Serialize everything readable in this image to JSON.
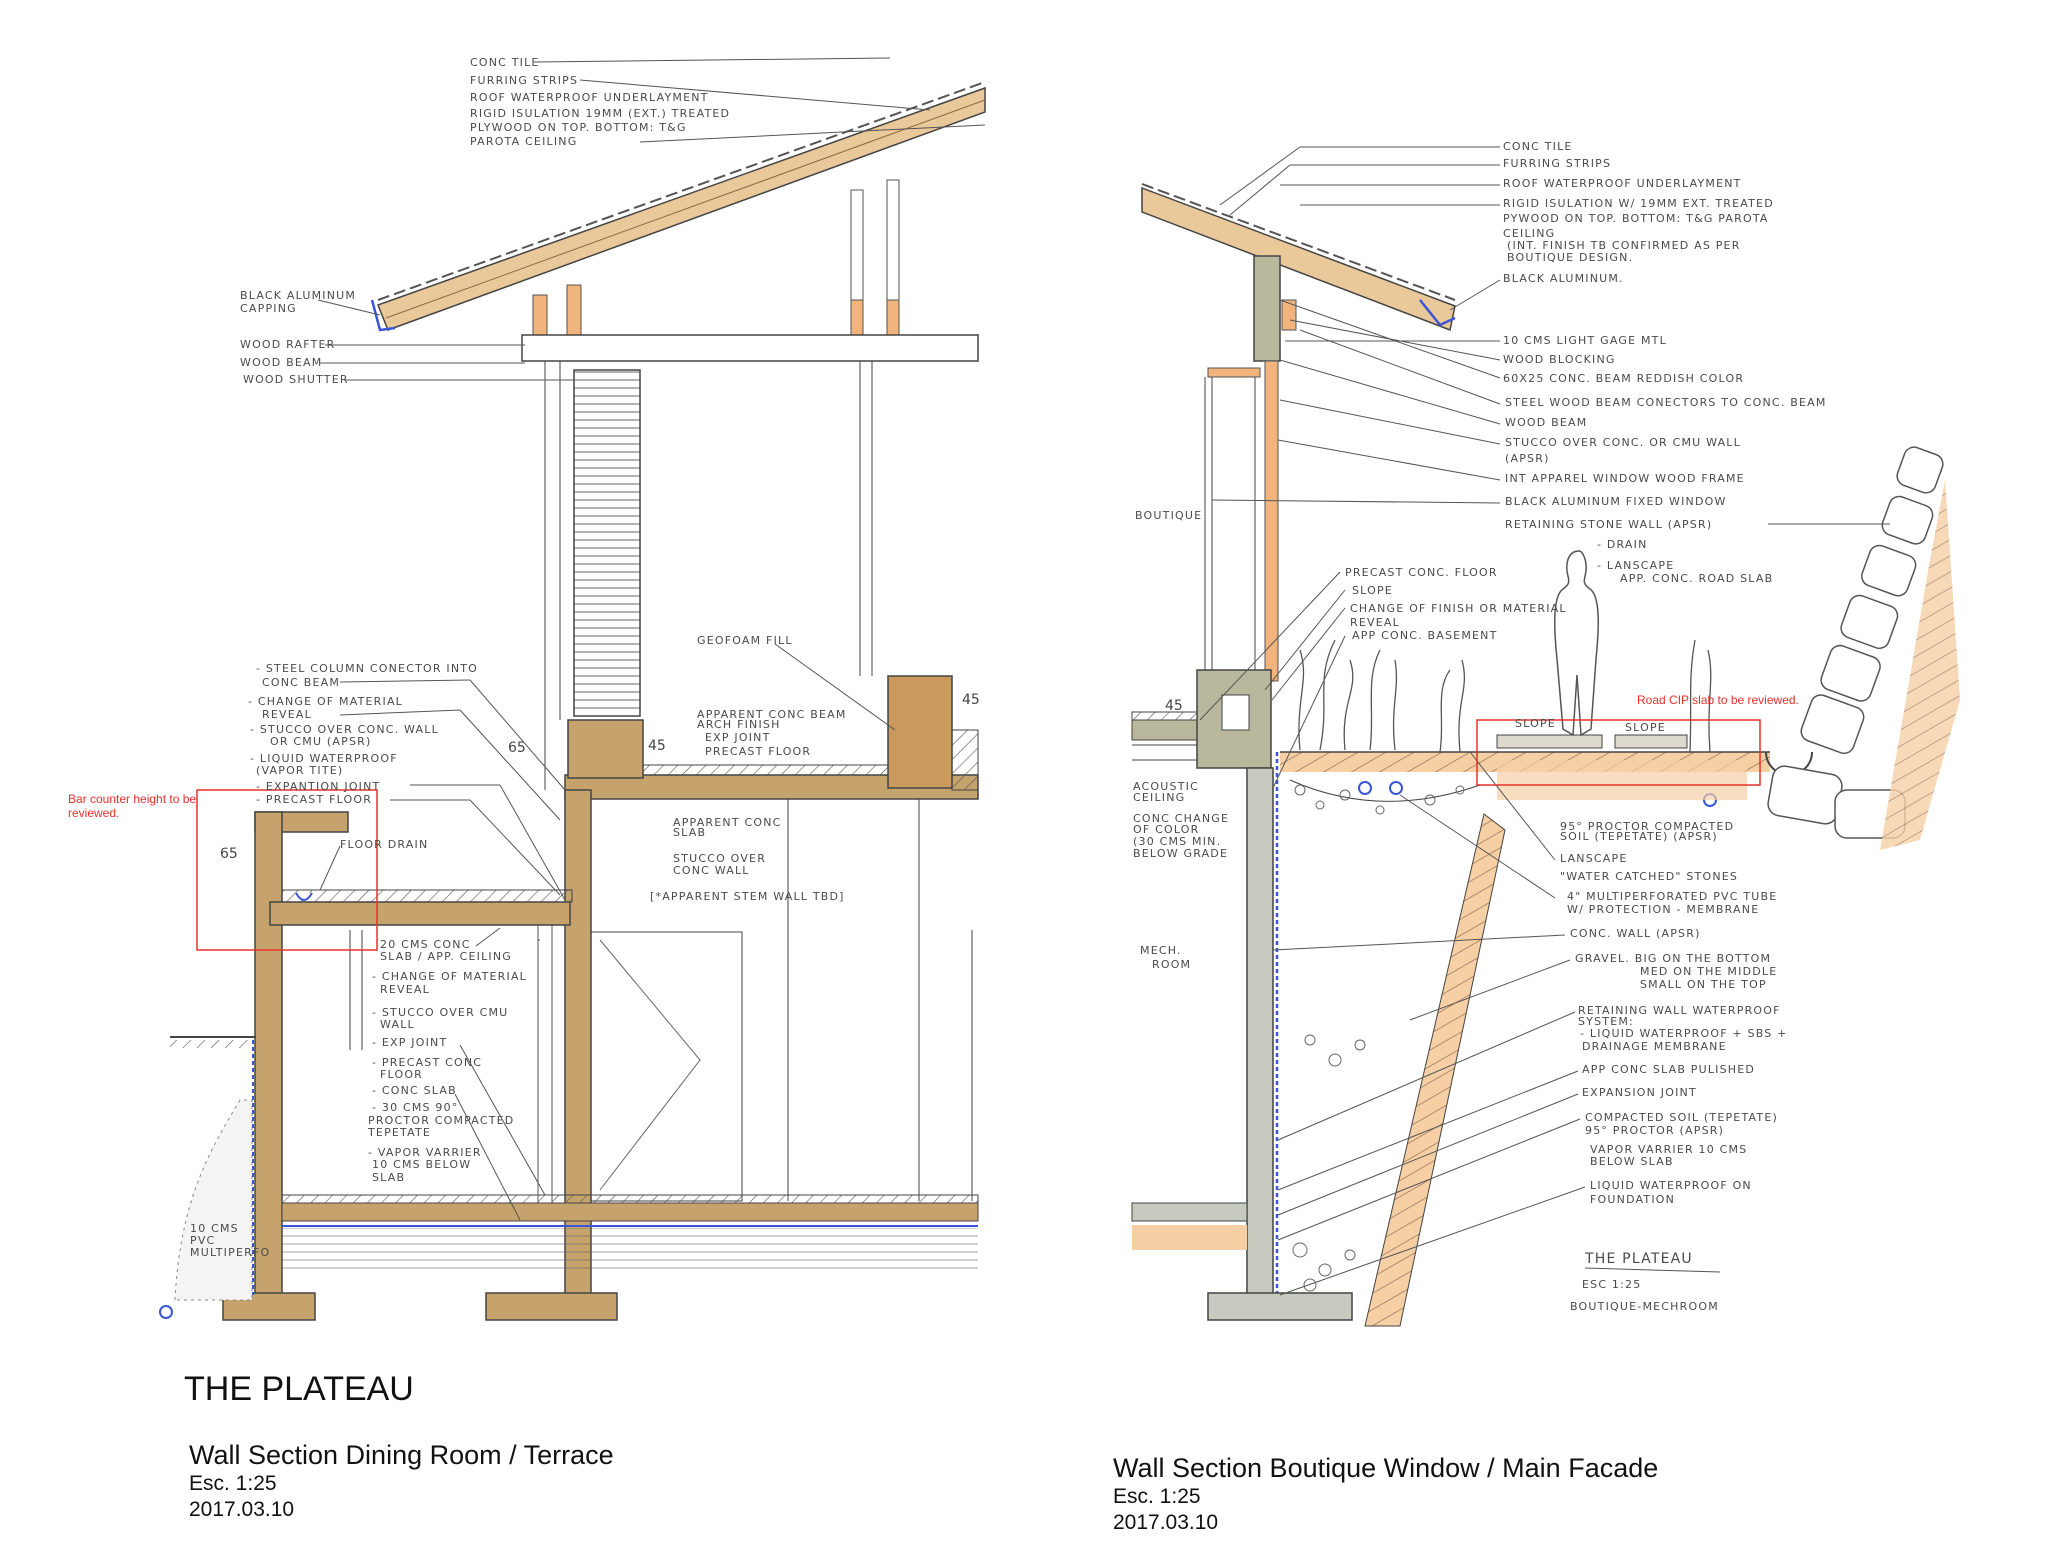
{
  "project_title": "THE PLATEAU",
  "sections": [
    {
      "title": "Wall Section Dining Room / Terrace",
      "scale": "Esc. 1:25",
      "date": "2017.03.10"
    },
    {
      "title": "Wall Section Boutique Window / Main Facade",
      "scale": "Esc. 1:25",
      "date": "2017.03.10"
    }
  ],
  "review_notes": {
    "bar_counter": "Bar counter height to be reviewed.",
    "road_slab": "Road CIP slab to be reviewed."
  },
  "colors": {
    "concrete": "#c6a36c",
    "concrete_gray": "#b9b79c",
    "soil": "#f0b47c",
    "waterproof": "#3a55d6",
    "review": "#e8302a"
  },
  "dimensions": [
    "65",
    "65",
    "45",
    "45",
    "45"
  ],
  "left_labels": [
    "CONC TILE",
    "FURRING STRIPS",
    "ROOF WATERPROOF UNDERLAYMENT",
    "RIGID ISULATION 19MM (EXT.) TREATED",
    "PLYWOOD ON TOP. BOTTOM: T&G",
    "PAROTA CEILING",
    "BLACK ALUMINUM",
    "CAPPING",
    "WOOD RAFTER",
    "WOOD BEAM",
    "WOOD SHUTTER",
    "- STEEL COLUMN CONECTOR INTO",
    "CONC BEAM",
    "- CHANGE OF MATERIAL",
    "REVEAL",
    "- STUCCO OVER CONC. WALL",
    "OR CMU (APSR)",
    "- LIQUID WATERPROOF",
    "(VAPOR TITE)",
    "- EXPANTION JOINT",
    "- PRECAST FLOOR",
    "FLOOR DRAIN",
    "20 CMS CONC",
    "SLAB / APP. CEILING",
    "- CHANGE OF MATERIAL",
    "REVEAL",
    "- STUCCO OVER CMU",
    "WALL",
    "- EXP JOINT",
    "- PRECAST CONC",
    "FLOOR",
    "- CONC SLAB",
    "- 30 CMS 90°",
    "PROCTOR COMPACTED",
    "TEPETATE",
    "- VAPOR VARRIER",
    "10 CMS BELOW",
    "SLAB",
    "GEOFOAM FILL",
    "APPARENT CONC BEAM",
    "ARCH FINISH",
    "EXP JOINT",
    "PRECAST FLOOR",
    "APPARENT CONC",
    "SLAB",
    "STUCCO OVER",
    "CONC WALL",
    "[*APPARENT STEM WALL TBD]",
    "10 CMS",
    "PVC",
    "MULTIPERFO"
  ],
  "right_labels": [
    "CONC TILE",
    "FURRING STRIPS",
    "ROOF WATERPROOF UNDERLAYMENT",
    "RIGID ISULATION W/ 19MM EXT. TREATED",
    "PYWOOD ON TOP. BOTTOM: T&G PAROTA",
    "CEILING",
    "(INT. FINISH TB CONFIRMED AS PER",
    "BOUTIQUE DESIGN.",
    "BLACK ALUMINUM.",
    "10 CMS LIGHT GAGE MTL",
    "WOOD BLOCKING",
    "60X25 CONC. BEAM REDDISH COLOR",
    "STEEL WOOD BEAM CONECTORS TO CONC. BEAM",
    "WOOD BEAM",
    "STUCCO OVER CONC. OR CMU WALL",
    "(APSR)",
    "INT APPAREL WINDOW WOOD FRAME",
    "BLACK ALUMINUM FIXED WINDOW",
    "RETAINING STONE WALL (APSR)",
    "- DRAIN",
    "- LANSCAPE",
    "APP. CONC. ROAD SLAB",
    "PRECAST CONC. FLOOR",
    "SLOPE",
    "CHANGE OF FINISH OR MATERIAL",
    "REVEAL",
    "APP CONC. BASEMENT",
    "BOUTIQUE",
    "ACOUSTIC",
    "CEILING",
    "CONC CHANGE",
    "OF COLOR",
    "(30 CMS MIN.",
    "BELOW GRADE",
    "MECH.",
    "ROOM",
    "SLOPE",
    "SLOPE",
    "95° PROCTOR COMPACTED",
    "SOIL (TEPETATE) (APSR)",
    "LANSCAPE",
    "\"WATER CATCHED\" STONES",
    "4\" MULTIPERFORATED PVC TUBE",
    "W/ PROTECTION - MEMBRANE",
    "CONC. WALL (APSR)",
    "GRAVEL. BIG ON THE BOTTOM",
    "MED ON THE MIDDLE",
    "SMALL ON THE TOP",
    "RETAINING WALL WATERPROOF",
    "SYSTEM:",
    "- LIQUID WATERPROOF + SBS +",
    "DRAINAGE MEMBRANE",
    "APP CONC SLAB PULISHED",
    "EXPANSION JOINT",
    "COMPACTED SOIL (TEPETATE)",
    "95° PROCTOR (APSR)",
    "VAPOR VARRIER 10 CMS",
    "BELOW SLAB",
    "LIQUID WATERPROOF ON",
    "FOUNDATION"
  ],
  "sketch_stamp": {
    "title": "THE PLATEAU",
    "scale": "ESC 1:25",
    "subtitle": "BOUTIQUE-MECHROOM"
  }
}
